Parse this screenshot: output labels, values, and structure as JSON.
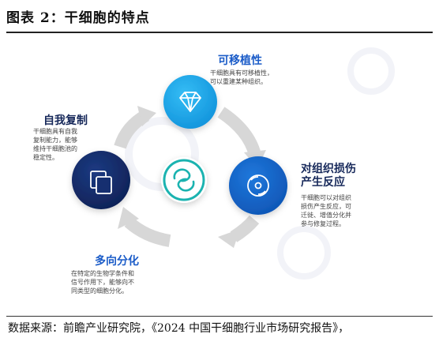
{
  "title": "图表 2：干细胞的特点",
  "colors": {
    "light_blue": "#1da6ea",
    "dark_navy": "#132c69",
    "medium_blue": "#1362c4",
    "center_teal": "#1bb3b0",
    "arrow_gray": "#d7d7d7",
    "heading_blue": "#1b5cc8",
    "heading_navy": "#16285a"
  },
  "nodes": {
    "top": {
      "heading": "可移植性",
      "desc": [
        "干细胞具有可移植性，",
        "可以重建某种组织。"
      ],
      "icon": "diamond-icon"
    },
    "left": {
      "heading": "自我复制",
      "desc": [
        "干细胞具有自我",
        "复制能力，能够",
        "维持干细胞池的",
        "稳定性。"
      ],
      "icon": "copy-icon"
    },
    "right": {
      "heading": [
        "对组织损伤",
        "产生反应"
      ],
      "desc": [
        "干细胞可以对组织",
        "损伤产生反应，可",
        "迁徙、增值分化并",
        "参与修复过程。"
      ],
      "icon": "disc-icon"
    },
    "bottom": {
      "heading": "多向分化",
      "desc": [
        "在特定的生物学条件和",
        "信号作用下，能够向不",
        "同类型的细胞分化。"
      ]
    },
    "center": {
      "icon": "stem-cell-icon"
    }
  },
  "source": "数据来源：前瞻产业研究院，《2024 中国干细胞行业市场研究报告》，"
}
